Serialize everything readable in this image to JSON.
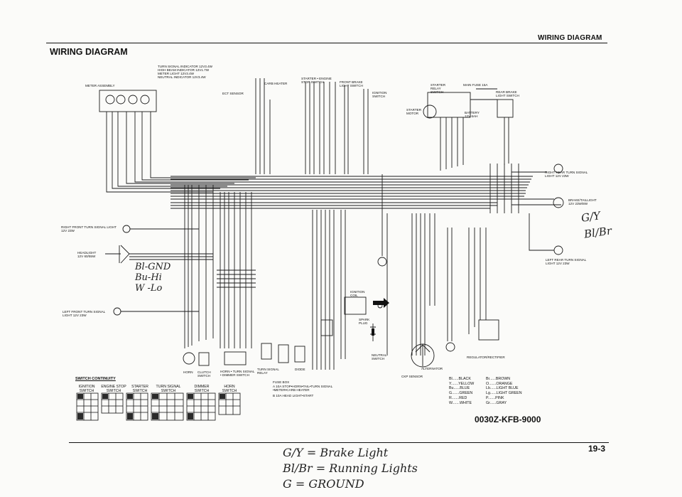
{
  "header": {
    "section_right": "WIRING DIAGRAM",
    "title": "WIRING DIAGRAM",
    "part_number": "0030Z-KFB-9000",
    "page_number": "19-3"
  },
  "meter_callouts": [
    "TURN SIGNAL INDICATOR 12V3.4W",
    "HIGH BEAM INDICATOR 12V1.7W",
    "METER LIGHT 12V3.4W",
    "NEUTRAL INDICATOR 12V3.4W"
  ],
  "labels": {
    "meter_assembly": "METER ASSEMBLY",
    "ect_sensor": "ECT SENSOR",
    "carb_heater": "CARB HEATER",
    "starter_engine_stop": "STARTER • ENGINE STOP SWITCH",
    "front_brake": "FRONT BRAKE LIGHT SWITCH",
    "ignition_switch": "IGNITION SWITCH",
    "starter_relay": "STARTER RELAY SWITCH",
    "main_fuse": "MAIN FUSE 15A",
    "rear_brake": "REAR BRAKE LIGHT SWITCH",
    "starter_motor": "STARTER MOTOR",
    "battery": "BATTERY 12V 6AH",
    "right_rear_turn": "RIGHT REAR TURN SIGNAL LIGHT 12V 23W",
    "brake_tail": "BRAKE/TAILLIGHT 12V 23W/8W",
    "right_front_turn": "RIGHT FRONT TURN SIGNAL LIGHT 12V 23W",
    "headlight": "HEADLIGHT 12V 60/55W",
    "left_front_turn": "LEFT FRONT TURN SIGNAL LIGHT 12V 23W",
    "left_rear_turn": "LEFT REAR TURN SIGNAL LIGHT 12V 23W",
    "ignition_coil": "IGNITION COIL",
    "spark_plug": "SPARK PLUG",
    "horn": "HORN",
    "clutch_switch": "CLUTCH SWITCH",
    "horn_dimmer": "HORN • TURN SIGNAL • DIMMER SWITCH",
    "turn_relay": "TURN SIGNAL RELAY",
    "diode": "DIODE",
    "neutral_switch": "NEUTRAL SWITCH",
    "ckp_sensor": "CKP SENSOR",
    "alternator": "ALTERNATOR",
    "regulator": "REGULATOR/RECTIFIER",
    "fuse_box": "FUSE BOX",
    "fuse_a": "A 10A STOP•HORN•TAIL•TURN SIGNAL •METER•CARB HEATER",
    "fuse_b": "B 10A HEAD LIGHT•START"
  },
  "switch_continuity": {
    "title": "SWITCH CONTINUITY",
    "switches": [
      "IGNITION SWITCH",
      "ENGINE STOP SWITCH",
      "STARTER SWITCH",
      "TURN SIGNAL SWITCH",
      "DIMMER SWITCH",
      "HORN SWITCH"
    ]
  },
  "color_legend": {
    "left": [
      "Bl......BLACK",
      "Y.......YELLOW",
      "Bu......BLUE",
      "G.......GREEN",
      "R.......RED",
      "W.......WHITE"
    ],
    "right": [
      "Br......BROWN",
      "O.......ORANGE",
      "Lb......LIGHT BLUE",
      "Lg......LIGHT GREEN",
      "P.......PINK",
      "Gr......GRAY"
    ]
  },
  "handwritten": {
    "headlight_notes": [
      "Bl-GND",
      "Bu-Hi",
      "W -Lo"
    ],
    "right_notes": [
      "G/Y",
      "Bl/Br"
    ],
    "bottom_notes": [
      "G/Y = Brake Light",
      "Bl/Br = Running Lights",
      "G = GROUND"
    ]
  }
}
